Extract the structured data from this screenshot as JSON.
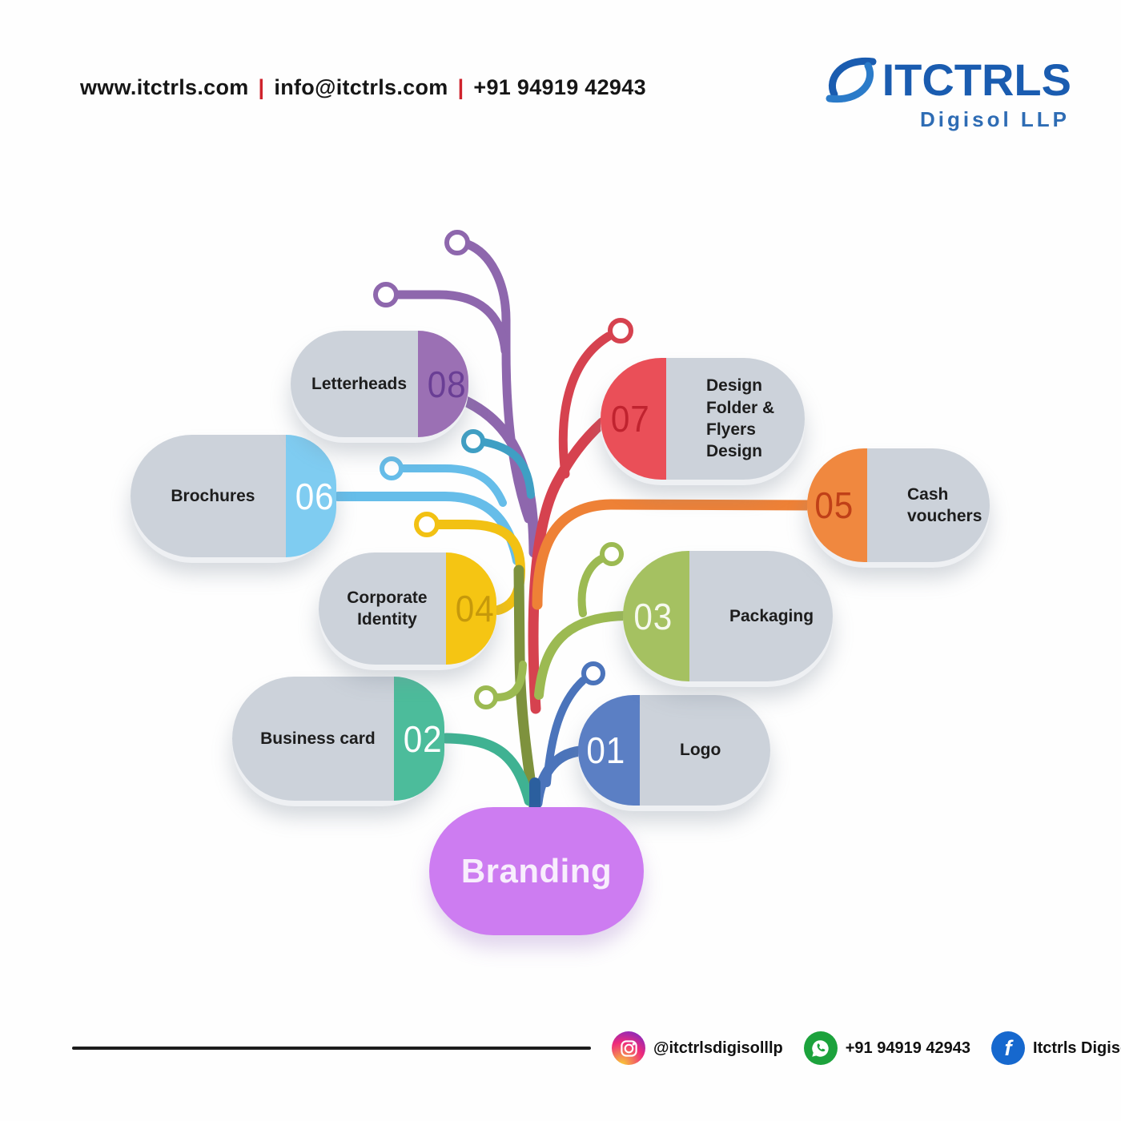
{
  "header": {
    "website": "www.itctrls.com",
    "separator": "|",
    "email": "info@itctrls.com",
    "phone": "+91 94919 42943",
    "logo": {
      "name": "ITCTRLS",
      "subtitle": "Digisol LLP",
      "brand_blue": "#1a5cb0"
    }
  },
  "diagram": {
    "center": {
      "label": "Branding",
      "color": "#cd7cf1",
      "text_color": "#f8eefd"
    },
    "grey": "#ccd2da",
    "nodes": [
      {
        "number": "01",
        "label": "Logo",
        "color": "#5b7fc4",
        "number_color": "#ffffff"
      },
      {
        "number": "02",
        "label": "Business card",
        "color": "#4cbc9b",
        "number_color": "#ffffff"
      },
      {
        "number": "03",
        "label": "Packaging",
        "color": "#a5c161",
        "number_color": "#f6f9ee"
      },
      {
        "number": "04",
        "label": "Corporate Identity",
        "color": "#f5c513",
        "number_color": "#c6990b"
      },
      {
        "number": "05",
        "label": "Cash vouchers",
        "color": "#f0883f",
        "number_color": "#c04018"
      },
      {
        "number": "06",
        "label": "Brochures",
        "color": "#7fccf1",
        "number_color": "#ffffff"
      },
      {
        "number": "07",
        "label": "Design Folder & Flyers Design",
        "color": "#ea4f58",
        "number_color": "#c0232f"
      },
      {
        "number": "08",
        "label": "Letterheads",
        "color": "#9b70b4",
        "number_color": "#6a3e95"
      }
    ]
  },
  "footer": {
    "instagram_handle": "@itctrlsdigisolllp",
    "whatsapp_number": "+91 94919 42943",
    "facebook_name": "Itctrls Digisol LLP"
  }
}
